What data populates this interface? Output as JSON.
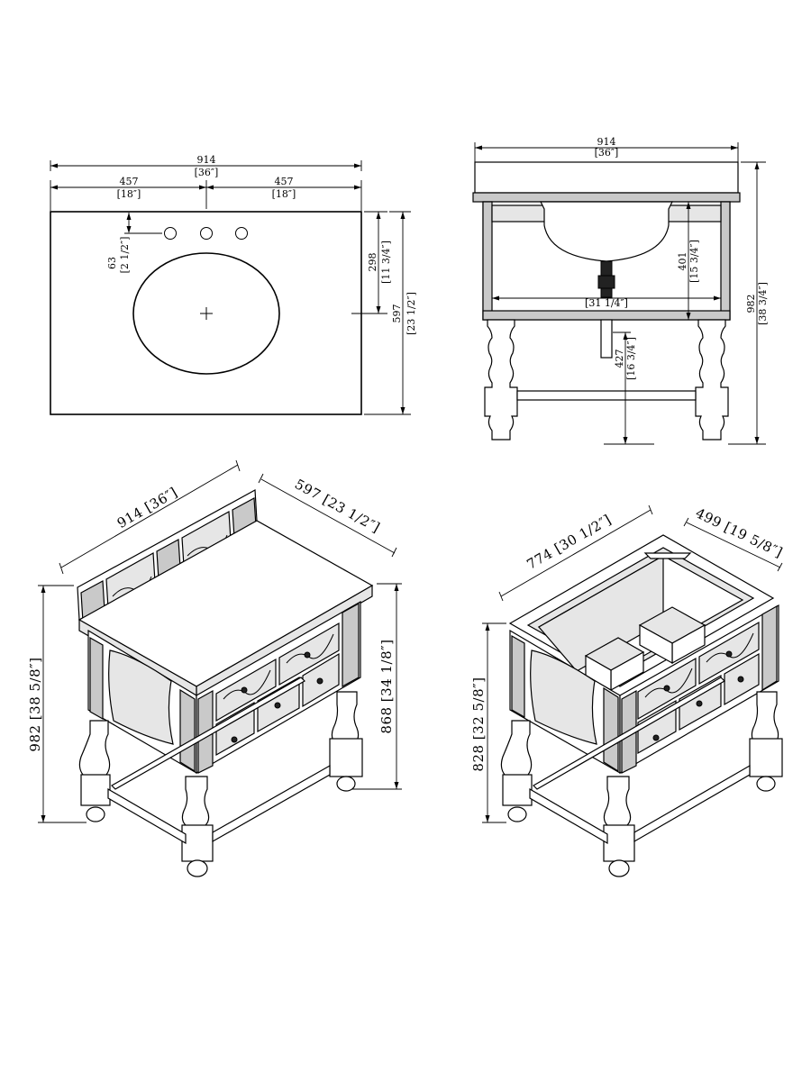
{
  "top_view": {
    "overall_width": {
      "mm": "914",
      "in": "[36″]"
    },
    "left_half": {
      "mm": "457",
      "in": "[18″]"
    },
    "right_half": {
      "mm": "457",
      "in": "[18″]"
    },
    "faucet_offset": {
      "mm": "63",
      "in": "[2 1/2″]"
    },
    "sink_center_depth": {
      "mm": "298",
      "in": "[11 3/4″]"
    },
    "overall_depth": {
      "mm": "597",
      "in": "[23 1/2″]"
    }
  },
  "front_view": {
    "overall_width": {
      "mm": "914",
      "in": "[36″]"
    },
    "inner_height": {
      "mm": "401",
      "in": "[15 3/4″]"
    },
    "inner_width_in": "[31 1/4″]",
    "drain_height": {
      "mm": "427",
      "in": "[16 3/4″]"
    },
    "overall_height": {
      "mm": "982",
      "in": "[38 3/4″]"
    }
  },
  "iso_full": {
    "width": "914 [36″]",
    "depth": "597 [23 1/2″]",
    "top_height": "868 [34 1/8″]",
    "overall_height": "982 [38 5/8″]"
  },
  "iso_cabinet": {
    "width": "774 [30 1/2″]",
    "depth": "499 [19 5/8″]",
    "height": "828 [32 5/8″]"
  }
}
